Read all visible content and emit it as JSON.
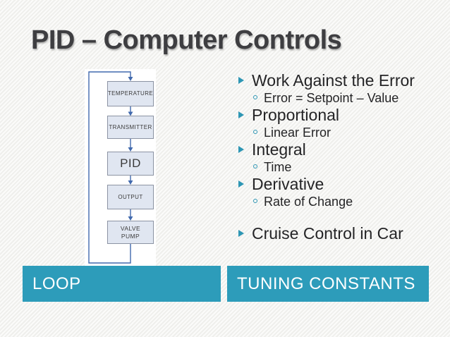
{
  "slide": {
    "title": "PID – Computer Controls"
  },
  "colors": {
    "accent_teal": "#2d9cba",
    "bullet_teal": "#2d96b4",
    "arrow_blue": "#4169ad",
    "box_fill": "#e0e6f1",
    "box_border": "#8c93a3",
    "title_gray": "#3e3e41"
  },
  "diagram": {
    "description": "pid-feedback-loop-flowchart",
    "boxes": [
      {
        "label": "TEMPERATURE"
      },
      {
        "label": "TRANSMITTER"
      },
      {
        "label": "PID"
      },
      {
        "label": "OUTPUT"
      },
      {
        "label": "VALVE\nPUMP"
      }
    ]
  },
  "bullets": [
    {
      "level": 1,
      "text": "Work Against the Error"
    },
    {
      "level": 2,
      "text": "Error = Setpoint – Value"
    },
    {
      "level": 1,
      "text": "Proportional"
    },
    {
      "level": 2,
      "text": "Linear Error"
    },
    {
      "level": 1,
      "text": "Integral"
    },
    {
      "level": 2,
      "text": "Time"
    },
    {
      "level": 1,
      "text": "Derivative"
    },
    {
      "level": 2,
      "text": "Rate of Change"
    },
    {
      "level": 1,
      "text": "Cruise Control in Car"
    }
  ],
  "footer": {
    "left_label": "LOOP",
    "right_label": "TUNING CONSTANTS"
  }
}
